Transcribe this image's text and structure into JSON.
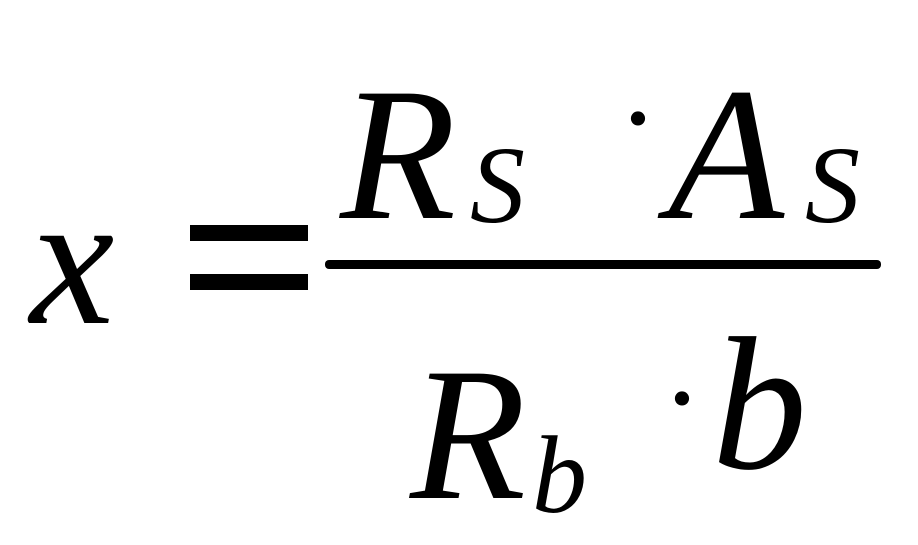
{
  "formula": {
    "lhs": "x",
    "equals": "=",
    "numerator": {
      "term1_base": "R",
      "term1_sub": "S",
      "dot": "·",
      "term2_base": "A",
      "term2_sub": "S"
    },
    "denominator": {
      "term1_base": "R",
      "term1_sub": "b",
      "dot": "·",
      "term2": "b"
    }
  }
}
